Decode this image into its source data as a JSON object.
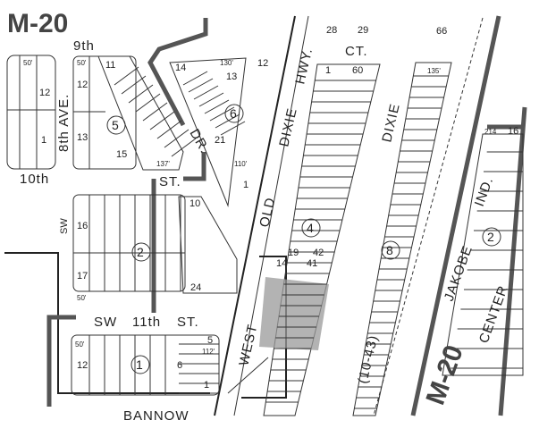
{
  "map": {
    "streets": {
      "m20_top": "M-20",
      "ninth": "9th",
      "eighth_ave": "8th AVE.",
      "tenth": "10th",
      "sw_left": "SW",
      "dr": "DR.",
      "st_upper": "ST.",
      "old": "OLD",
      "dixie_hwy_dixie": "DIXIE",
      "hwy": "HWY.",
      "ct": "CT.",
      "dixie_right": "DIXIE",
      "sw_11th_sw": "SW",
      "eleventh": "11th",
      "st_lower": "ST.",
      "west": "WEST",
      "bannow": "BANNOW",
      "jakobe": "JAKOBE",
      "ind": "IND.",
      "center": "CENTER",
      "m20_bottom": "M-20",
      "plat_ref": "(10-43)"
    },
    "blocks": {
      "b5": "5",
      "b6": "6",
      "b4": "4",
      "b8": "8",
      "b2_left": "2",
      "b2_right": "2",
      "b1": "1"
    },
    "lots": {
      "l12_a": "12",
      "l1_a": "1",
      "l12_b": "12",
      "l13_b": "13",
      "l11": "11",
      "l15": "15",
      "l14_6": "14",
      "l13_6": "13",
      "l12_6": "12",
      "l21": "21",
      "l1_6": "1",
      "l28": "28",
      "l29": "29",
      "l66": "66",
      "l1_4": "1",
      "l60": "60",
      "l214": "214",
      "l16_r": "16",
      "l10": "10",
      "l16": "16",
      "l17": "17",
      "l24": "24",
      "l19": "19",
      "l42": "42",
      "l14": "14",
      "l41": "41",
      "l5": "5",
      "l12_1": "12",
      "l6": "6",
      "l1_1": "1"
    },
    "dims": {
      "d50": "50'",
      "d130": "130'",
      "d137": "137'",
      "d110": "110'",
      "d135": "135'",
      "d112": "112'"
    },
    "shade_color": "#9a9a9a"
  }
}
